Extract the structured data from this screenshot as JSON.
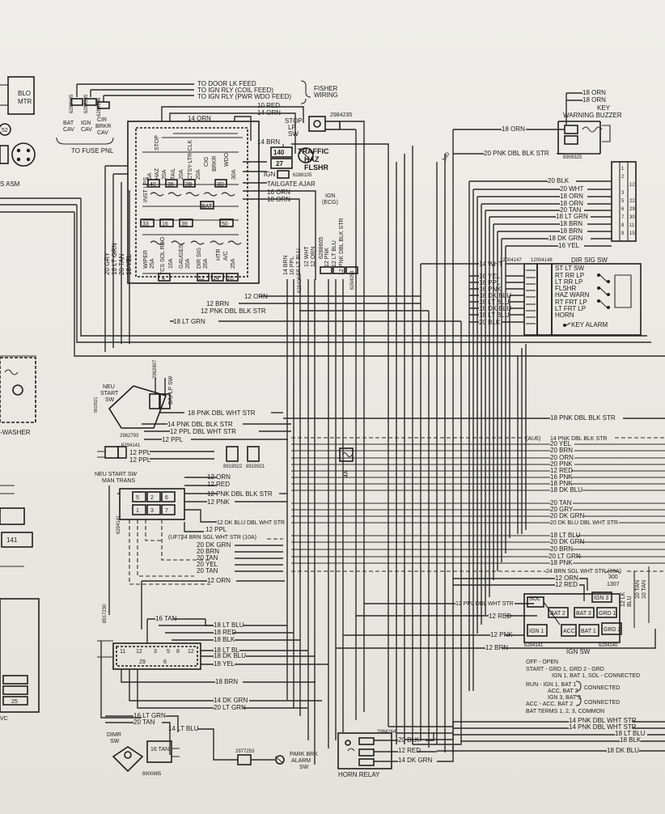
{
  "labels": {
    "door_lk": "TO DOOR LK FEED",
    "ign_rly_coil": "TO IGN RLY (COIL FEED)",
    "ign_rly_pwr": "TO IGN RLY (PWR WDO FEED)",
    "fisher_1": "FISHER",
    "fisher_2": "WIRING",
    "blo_mtr_1": "BLO",
    "blo_mtr_2": "MTR",
    "num_6288105": "6288105",
    "num_6288105b": "6288105",
    "num_6288106": "6288106",
    "bat_cav": "BAT",
    "bat_cav2": "CAV",
    "ign_cav": "IGN",
    "ign_cav2": "CAV",
    "cir_brkr": "CIR",
    "cir_brkr2": "BRKR",
    "cir_brkr3": "CAV",
    "to_fuse": "TO FUSE PNL",
    "asm": "S ASM",
    "red_10": "10 RED",
    "orn_14": "14 ORN",
    "orn_14b": "14 ORN",
    "stop_lp_1": "STOP",
    "stop_lp_2": "LP",
    "stop_lp_3": "SW",
    "num_2984235": "2984235",
    "brn_14": "14 BRN",
    "traffic": "TRAFFIC",
    "haz": "HAZ",
    "flshr": "FLSHR",
    "ign_27": "27",
    "ign_label": "IGN",
    "num_6288105c": "6288105",
    "tailgate": "TAILGATE AJAR",
    "orn_16": "16 ORN",
    "orn_18": "18 ORN",
    "ign_ecg": "IGN",
    "ign_ecg2": "(ECG)",
    "num_140": "140",
    "orn_18r": "18 ORN",
    "orn_18r2": "18 ORN",
    "key_1": "KEY",
    "warning_buzzer": "WARNING BUZZER",
    "orn_18w": "18 ORN",
    "pnk_dbl_20": "20 PNK DBL BLK STR",
    "num_8909325": "8909325",
    "blk_20": "20 BLK",
    "wht_20": "20 WHT",
    "orn_18c": "18 ORN",
    "orn_18d": "18 ORN",
    "tan_20": "20 TAN",
    "lt_grn_18": "18 LT GRN",
    "brn_18": "18 BRN",
    "brn_18b": "18 BRN",
    "dk_grn_18": "18 DK GRN",
    "yel_16": "16 YEL",
    "dir_sig_sw": "DIR SIG SW",
    "num_12004147": "12004147",
    "num_12004148": "12004148",
    "wht_14": "14 WHT",
    "yel_16b": "16 YEL",
    "ppl_16": "16 PPL",
    "pnk_16": "16 PNK",
    "dk_blu_18": "18 DK BLU",
    "lt_blu_18": "18 LT BLU",
    "dk_blu_18b": "18 DK BLU",
    "lt_blu_18b": "18 LT BLU",
    "blk_20b": "20 BLK",
    "st_lt_sw": "ST LT SW",
    "rt_rr_lp": "RT RR LP",
    "lt_rr_lp": "LT RR LP",
    "flshr_b": "FLSHR",
    "haz_warn": "HAZ WARN",
    "rt_frt_lp": "RT FRT LP",
    "lt_frt_lp": "LT FRT LP",
    "horn": "HORN",
    "key_alarm": "KEY ALARM",
    "inst_lps": "INST LPS",
    "haz_lbl": "HAZ",
    "stop_lbl": "STOP",
    "tail_lbl": "TAIL",
    "ctsy": "CTSY-LTR-CLK",
    "cig": "CIG",
    "brkr": "BRKR",
    "wdo": "WDO",
    "a20": "20A",
    "a20b": "20A",
    "a20c": "20A",
    "a30": "30A",
    "a5": "5A",
    "c40": "40",
    "c36": "36",
    "c2b": "2B",
    "c3d": "3D",
    "bat_fuse": "BAT",
    "c33": "33",
    "c16": "16",
    "c39": "39",
    "c50": "50",
    "wiper": "WIPER",
    "a25": "25A",
    "tcs": "TCS SOL RDO",
    "a10": "10A",
    "gauges": "GAUGES",
    "a20d": "20A",
    "dir_sig": "DIR SIG",
    "a20e": "20A",
    "htr": "HTR",
    "ac": "A/C",
    "a25b": "25A",
    "c4": "4",
    "c12": "12",
    "c14": "14",
    "c20": "20",
    "gry_20": "20 GRY",
    "lt_grn_18v": "18 LT GRN",
    "tan_20v": "20 TAN",
    "yel_18v": "18 YEL",
    "orn_12": "12 ORN",
    "brn_12": "12 BRN",
    "pnk_dbl_12": "12 PNK DBL BLK STR",
    "lt_grn_18h": "18 LT GRN",
    "brn_14v": "14 BRN",
    "ppl_16v": "16 PPL",
    "lt_blu_16v": "16 LT BLU",
    "wht_12v": "12 WHT",
    "orn_12v": "12 ORN",
    "pnk_12v": "12 PNK",
    "lt_blu_12v": "12 LT BLU",
    "pnk_dbl_12v": "12 PNK DBL BLK STR",
    "num_6294053": "6294053",
    "num_6288605": "6288605",
    "neu_start_1": "NEU",
    "neu_start_2": "START",
    "neu_start_3": "SW",
    "num_8919921": "8919921",
    "bu_lp_sw": "B/U LP SW",
    "num_2962807": "2962807",
    "num_2962793": "2962793",
    "pnk_dbl_18": "18 PNK DBL WHT STR",
    "pnk_dbl_14": "14 PNK DBL BLK STR",
    "ppl_dbl_12": "12 PPL DBL WHT STR",
    "ppl_12": "12 PPL",
    "num_6294141": "6294141",
    "ppl_12b": "12 PPL",
    "ppl_12c": "12 PPL",
    "num_8919922": "8919922",
    "num_8919921b": "8919921",
    "neu_man_1": "NEU START SW",
    "neu_man_2": "MAN TRANS",
    "washer": "-WASHER",
    "pnk_dbl_18r": "18 PNK DBL BLK STR",
    "au6": "(AU6)",
    "pnk_dbl_14r": "14 PNK DBL BLK STR",
    "yel_20": "20 YEL",
    "brn_20": "20 BRN",
    "orn_20": "20 ORN",
    "pnk_20": "20 PNK",
    "red_12": "12 RED",
    "pnk_16b": "16 PNK",
    "pnk_18": "18 PNK",
    "dk_blu_18r": "18 DK BLU",
    "orn_12b": "12 ORN",
    "red_12b": "12 RED",
    "pnk_dbl_12c": "12 PNK DBL BLK STR",
    "pnk_12c": "12 PNK",
    "dk_blu_dbl": "12 DK BLU DBL WHT STR",
    "ppl_12d": "12 PPL",
    "uf7": "(UF7)",
    "brn_sgl_24": "24 BRN SGL WHT STR (10A)",
    "dk_grn_20": "20 DK GRN",
    "brn_20b": "20 BRN",
    "tan_20b": "20 TAN",
    "yel_20b": "20 YEL",
    "tan_20c": "20 TAN",
    "orn_12c": "12 ORN",
    "tan_20r": "20 TAN",
    "gry_20r": "20 GRY",
    "dk_grn_20r": "20 DK GRN",
    "dk_blu_dbl_r": "20 DK BLU DBL WHT STR",
    "lt_blu_18r": "18 LT BLU",
    "dk_grn_20r2": "20 DK GRN",
    "brn_20r": "20 BRN",
    "lt_grn_20r": "20 LT GRN",
    "pnk_18r": "18 PNK",
    "brn_sgl_24r": "24 BRN SGL WHT STR (10A)",
    "orn_12r": "12 ORN",
    "red_12r": "12 RED",
    "ppl_dbl_12r": "12 PPL DBL WHT STR",
    "red_12c": "12 RED",
    "pnk_12r": "12 PNK",
    "brn_12r": "12 BRN",
    "sol": "SOL",
    "ign3": "IGN 3",
    "bat2": "BAT 2",
    "bat3": "BAT 3",
    "grd1": "GRD 1",
    "grd2": "GRD 2",
    "ign1": "IGN 1",
    "acc": "ACC",
    "bat1": "BAT 1",
    "c300": "300",
    "c1307": "1307",
    "num_6294141b": "6294141",
    "num_6294140": "6294140",
    "ign_sw": "IGN SW",
    "lk_1": "12 LK",
    "lk_2": "BLU",
    "tan_v": "10 TAN",
    "tan_v2": "10 TAN",
    "off_open": "OFF - OPEN",
    "start_grd": "START - GRD 1, GRD 2 - GRD",
    "start_grd2": "IGN 1, BAT 1, SOL - CONNECTED",
    "run": "RUN - IGN 1, BAT 1",
    "run2": "ACC, BAT 2",
    "connected": "CONNECTED",
    "ign3_bat3": "IGN 3, BAT 3",
    "acc_acc": "ACC - ACC, BAT 2",
    "connected2": "CONNECTED",
    "bat_terms": "BAT TERMS 1, 2, 3, COMMON",
    "pnk_dbl_14b": "14 PNK DBL WHT STR",
    "pnk_dbl_14c": "14 PNK DBL WHT STR",
    "lt_blu_18b2": "18 LT BLU",
    "blk_18": "18 BLK",
    "dk_blu_18c": "18 DK BLU",
    "tan_16": "16 TAN",
    "lt_blu_18c": "18 LT BLU",
    "red_18": "18 RED",
    "blk_18b": "18 BLK",
    "lt_bl_18": "18 LT BL",
    "dk_blu_18d": "18 DK BLU",
    "yel_18": "18 YEL",
    "num_8917230": "8917230",
    "brn_18c": "18 BRN",
    "dk_grn_14": "14 DK GRN",
    "lt_grn_20": "20 LT GRN",
    "lt_grn_16": "16 LT GRN",
    "tan_20d": "20 TAN",
    "lt_blu_14": "14 LT BLU",
    "dimr_1": "DIMR",
    "dimr_2": "SW",
    "tan_16b": "16 TAN",
    "num_8900885": "8900885",
    "num_2977253": "2977253",
    "park_brk_1": "PARK BRK",
    "park_brk_2": "ALARM",
    "park_brk_3": "SW",
    "num_2984164": "2984164",
    "blk_20c": "20 BLK",
    "red_12d": "12 RED",
    "dk_grn_14b": "14 DK GRN",
    "horn_relay": "HORN RELAY",
    "a4": "4A",
    "lt_blu_14b": "14 LT BLU",
    "c141": "141",
    "c8": "8",
    "c5": "5",
    "c52": "52",
    "c1": "1",
    "c2": "2",
    "c3": "3",
    "c6": "6",
    "c7": "7",
    "c9": "9",
    "c11": "11",
    "c15": "15",
    "c22": "22",
    "c29": "29",
    "c30": "30",
    "c12b": "12",
    "c16b": "16",
    "c25": "25"
  }
}
